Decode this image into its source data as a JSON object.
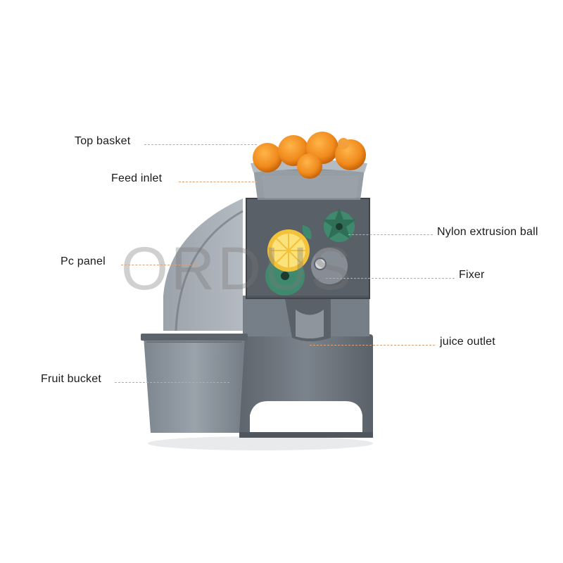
{
  "labels": {
    "top_basket": "Top basket",
    "feed_inlet": "Feed inlet",
    "pc_panel": "Pc panel",
    "fruit_bucket": "Fruit bucket",
    "nylon_extrusion_ball": "Nylon extrusion ball",
    "fixer": "Fixer",
    "juice_outlet": "juice outlet"
  },
  "watermark": "ORDUS",
  "colors": {
    "machine_body": "#6f7780",
    "panel": "#5c636b",
    "orange": "#f08a1c",
    "leader_line": "#d9a27a",
    "gear": "#3f8a6e"
  }
}
